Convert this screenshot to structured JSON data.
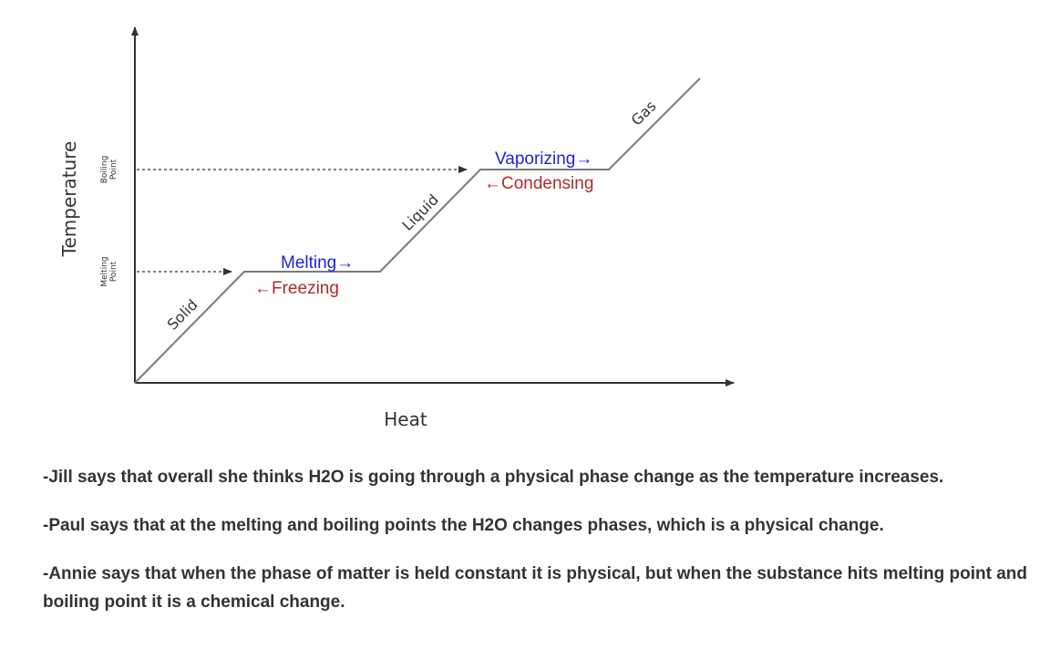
{
  "diagram": {
    "y_axis_label": "Temperature",
    "x_axis_label": "Heat",
    "y_ticks": {
      "boiling": [
        "Boiling",
        "Point"
      ],
      "melting": [
        "Melting",
        "Point"
      ]
    },
    "phases": {
      "solid": "Solid",
      "liquid": "Liquid",
      "gas": "Gas"
    },
    "changes": {
      "melting": "Melting→",
      "freezing": "←Freezing",
      "vaporizing": "Vaporizing→",
      "condensing": "←Condensing"
    },
    "colors": {
      "forward": "#2222dd",
      "reverse": "#b02b2b",
      "curve": "#7a7a7a",
      "axis": "#333333"
    }
  },
  "statements": [
    "-Jill says that overall she thinks H2O is going through a physical phase change as the temperature increases.",
    "-Paul says that at the melting and boiling points the H2O changes phases, which is a physical change.",
    "-Annie says that when the phase of matter is held constant it is physical, but when the substance hits melting point and boiling point it is a chemical change."
  ]
}
